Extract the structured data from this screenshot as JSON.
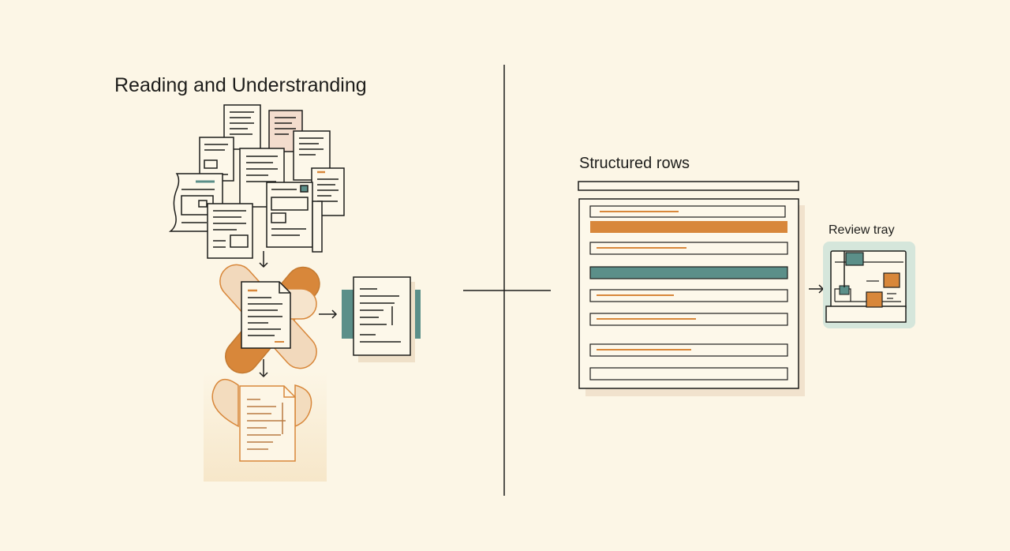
{
  "left_panel": {
    "heading": "Reading and Understranding"
  },
  "right_panel": {
    "heading": "Structured rows",
    "tray_label": "Review tray"
  },
  "icons": [
    "document-stack-icon",
    "document-icon",
    "arrow-down-icon",
    "arrow-right-icon",
    "flag-icon"
  ],
  "colors": {
    "background": "#fcf6e6",
    "ink": "#1d1d1b",
    "orange": "#d8873a",
    "teal": "#5b8f89",
    "peach": "#f2d9bc",
    "light_teal": "#d5e6db"
  }
}
